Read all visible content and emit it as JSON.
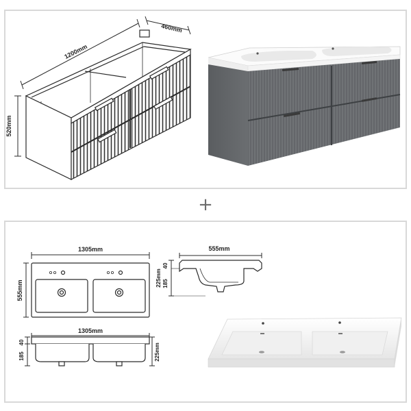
{
  "top_panel": {
    "dimensions": {
      "width": "1200mm",
      "depth": "460mm",
      "height": "520mm"
    }
  },
  "separator": "+",
  "bottom_panel": {
    "top_view": {
      "width": "1305mm",
      "depth": "555mm"
    },
    "side_view": {
      "depth": "555mm",
      "rim": "40",
      "bowl": "185",
      "total": "225mm"
    },
    "front_view": {
      "width": "1305mm",
      "rim": "40",
      "bowl": "185",
      "total": "225mm"
    }
  },
  "colors": {
    "cabinet_grey": "#6f7275",
    "cabinet_dark": "#5b5e61",
    "basin_white": "#f7f7f7",
    "line": "#2a2a2a",
    "panel_border": "#d8d8d8"
  }
}
